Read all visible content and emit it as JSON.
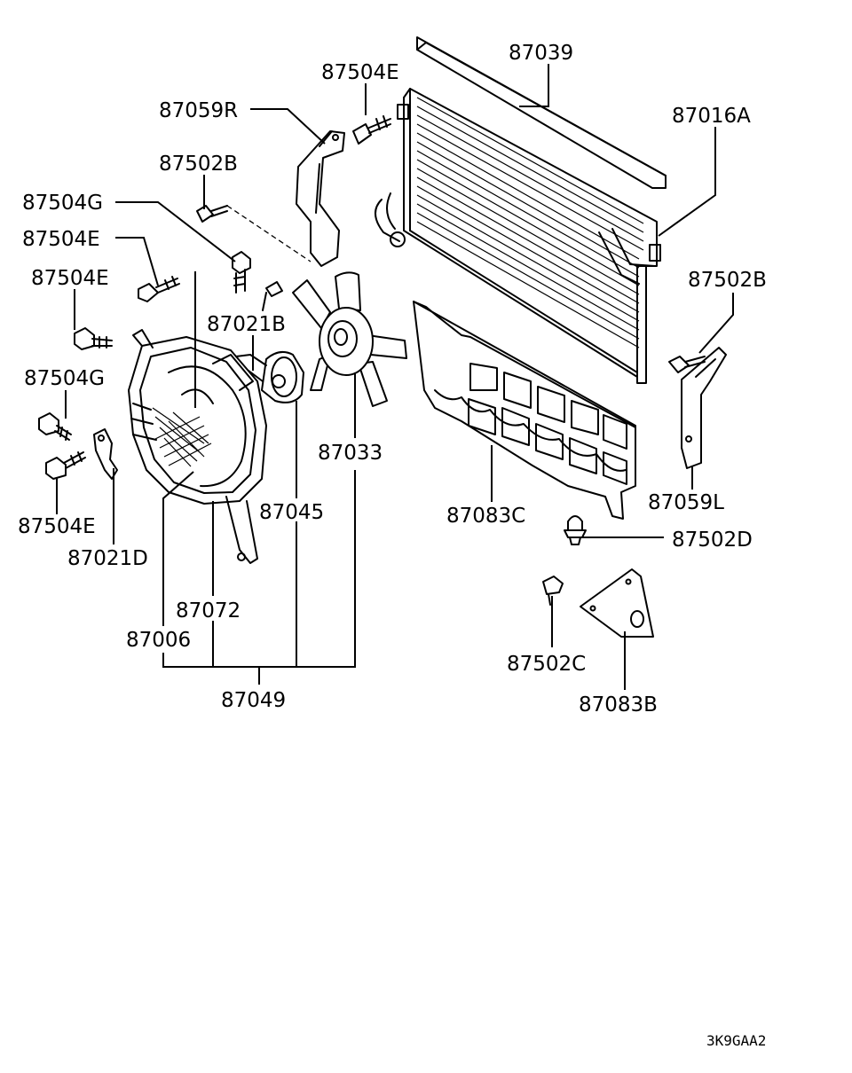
{
  "labels": {
    "p87039": "87039",
    "p87504E_top": "87504E",
    "p87016A": "87016A",
    "p87059R": "87059R",
    "p87502B_left": "87502B",
    "p87504G_top": "87504G",
    "p87504E_a": "87504E",
    "p87504E_b": "87504E",
    "p87502B_right": "87502B",
    "p87021B": "87021B",
    "p87504G_mid": "87504G",
    "p87033": "87033",
    "p87083C": "87083C",
    "p87059L": "87059L",
    "p87045": "87045",
    "p87502D": "87502D",
    "p87504E_bottom": "87504E",
    "p87021D": "87021D",
    "p87072": "87072",
    "p87006": "87006",
    "p87502C": "87502C",
    "p87083B": "87083B",
    "p87049": "87049"
  },
  "diagram_code": "3K9GAA2"
}
